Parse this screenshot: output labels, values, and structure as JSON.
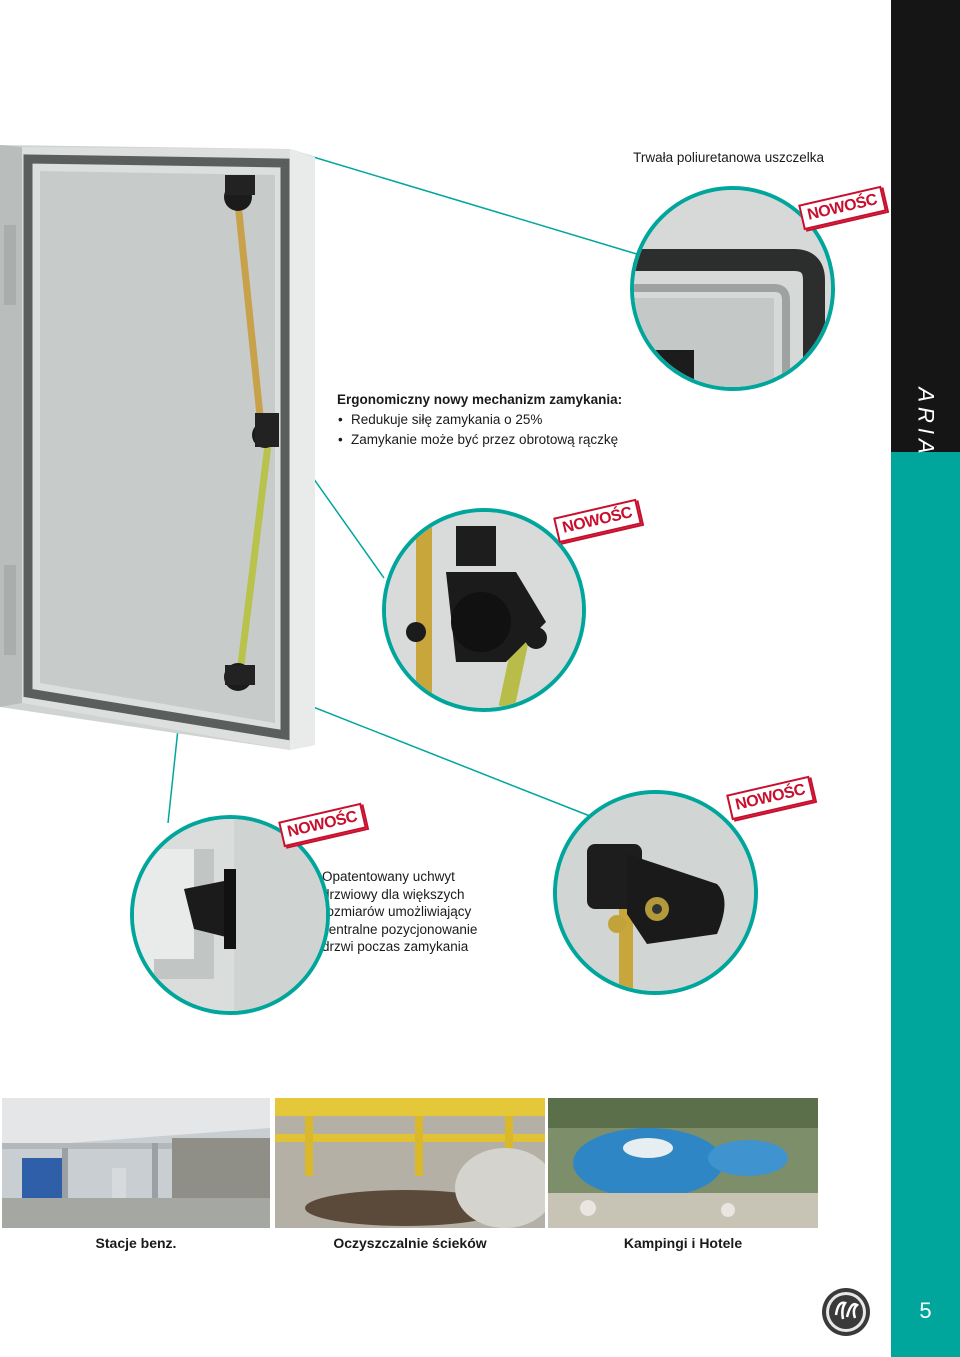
{
  "header": {
    "gasket_caption": "Trwała poliuretanowa uszczelka"
  },
  "mechanism": {
    "title": "Ergonomiczny nowy mechanizm zamykania:",
    "bullets": [
      "Redukuje siłę zamykania o 25%",
      "Zamykanie może być przez obrotową rączkę"
    ]
  },
  "handle": {
    "description": "Opatentowany uchwyt\ndrzwiowy dla większych\nrozmiarów umożliwiający\ncentralne pozycjonowanie\ndrzwi poczas zamykania"
  },
  "badges": {
    "new_label": "NOWOŚC"
  },
  "sidebar": {
    "brand": "ARIA",
    "page_number": "5"
  },
  "photos": {
    "captions": [
      "Stacje benz.",
      "Oczyszczalnie ścieków",
      "Kampingi i Hotele"
    ]
  },
  "colors": {
    "teal": "#00a69c",
    "dark": "#151515",
    "badge_red": "#c8102e"
  },
  "icons": {
    "logo": "ge-logo"
  }
}
